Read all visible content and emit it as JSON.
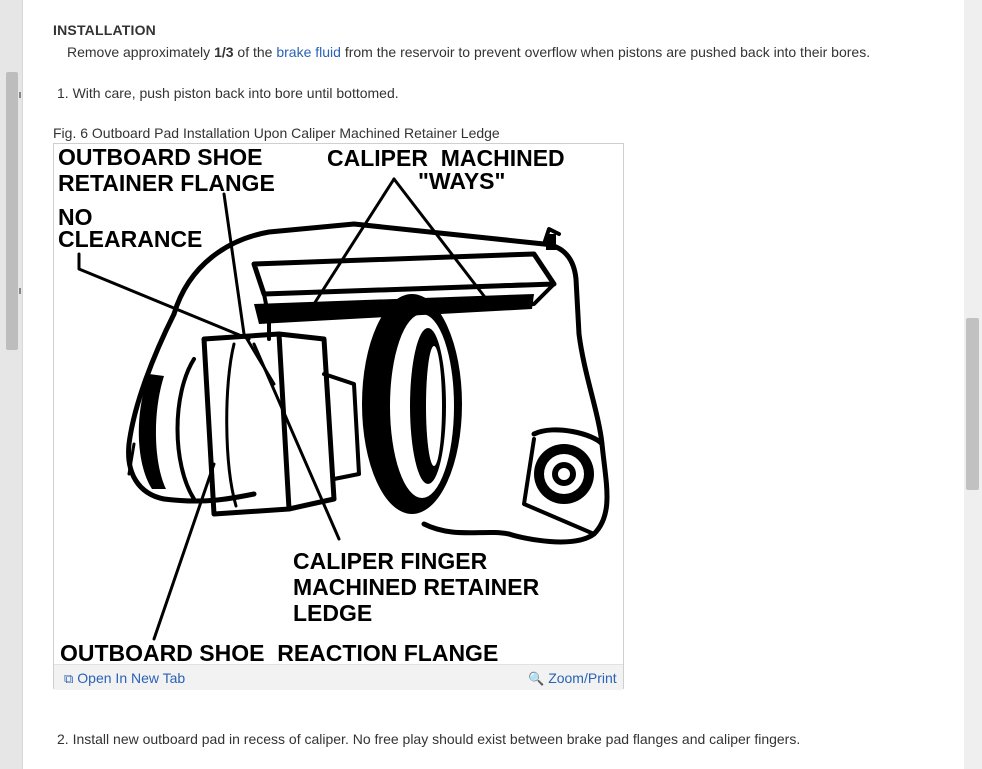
{
  "section": {
    "heading": "INSTALLATION",
    "intro": {
      "before": "Remove approximately ",
      "bold": "1/3",
      "middle": " of the ",
      "link": "brake fluid",
      "after": " from the reservoir to prevent overflow when pistons are pushed back into their bores."
    }
  },
  "steps": [
    "1. With care, push piston back into bore until bottomed.",
    "2. Install new outboard pad in recess of caliper. No free play should exist between brake pad flanges and caliper fingers."
  ],
  "figure": {
    "caption": "Fig. 6 Outboard Pad Installation Upon Caliper Machined Retainer Ledge",
    "labels": {
      "outboard_shoe_retainer": "OUTBOARD SHOE\nRETAINER FLANGE",
      "caliper_machined": "CALIPER  MACHINED",
      "ways": "\"WAYS\"",
      "no_clearance": "NO\nCLEARANCE",
      "caliper_finger": "CALIPER FINGER\nMACHINED RETAINER\nLEDGE",
      "reaction_flange": "OUTBOARD SHOE  REACTION FLANGE"
    },
    "toolbar": {
      "open_tab": "Open In New Tab",
      "zoom_print": "Zoom/Print",
      "open_icon": "external-tab-icon",
      "zoom_icon": "zoom-in-icon"
    }
  },
  "colors": {
    "link": "#2a62b5",
    "text": "#333333"
  }
}
